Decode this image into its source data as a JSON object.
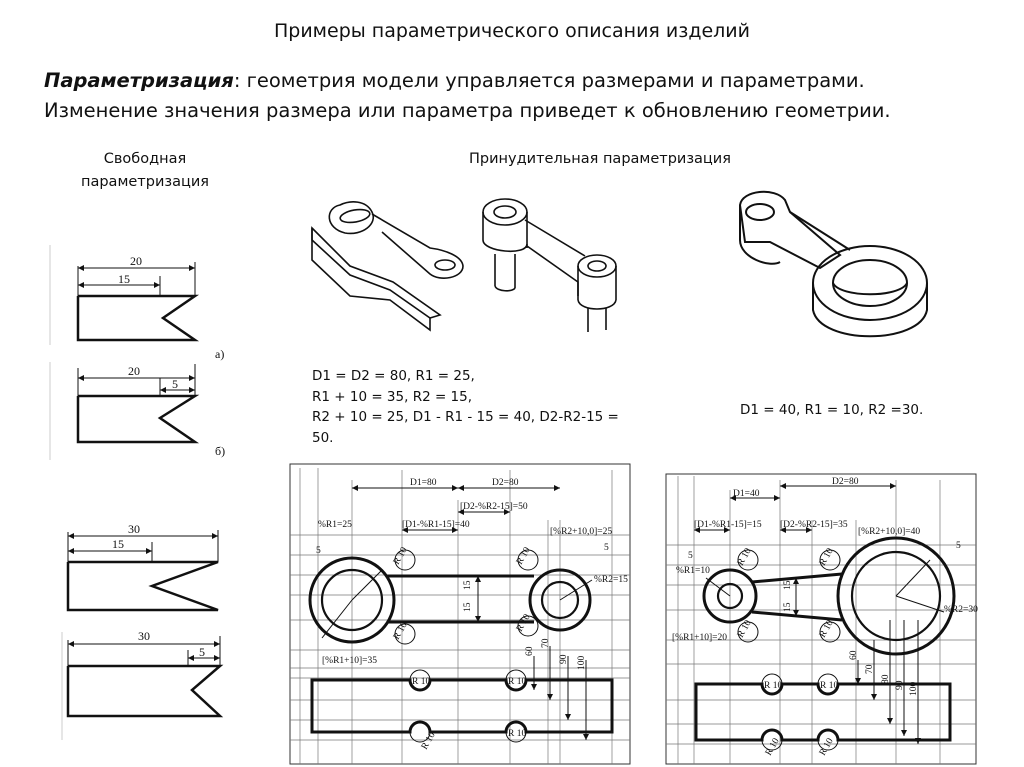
{
  "slide": {
    "title": "Примеры параметрического описания изделий",
    "intro_term": "Параметризация",
    "intro_line1": ": геометрия модели управляется размерами и параметрами.",
    "intro_line2": "Изменение значения размера или параметра приведет к обновлению геометрии."
  },
  "free": {
    "heading_line1": "Свободная",
    "heading_line2": "параметризация",
    "fig_a": {
      "dim_total": "20",
      "dim_part": "15",
      "label": "а)"
    },
    "fig_b": {
      "dim_total": "20",
      "dim_part": "5",
      "label": "б)"
    },
    "fig_c": {
      "dim_total": "30",
      "dim_part": "15"
    },
    "fig_d": {
      "dim_total": "30",
      "dim_part": "5"
    }
  },
  "forced": {
    "heading": "Принудительная параметризация",
    "formula_left": [
      "D1 = D2 = 80, R1 = 25,",
      "R1 + 10 = 35, R2 = 15,",
      "R2 + 10 = 25, D1 - R1 - 15 = 40, D2-R2-15 =",
      "50."
    ],
    "formula_right": "D1 = 40, R1 = 10, R2 =30."
  },
  "drawing_left": {
    "d1": "D1=80",
    "d2": "D2=80",
    "d2_expr": "[D2-%R2-15]=50",
    "d1_expr": "[D1-%R1-15]=40",
    "r1": "%R1=25",
    "r2_expr": "[%R2+10,0]=25",
    "r2": "%R2=15",
    "r1_expr": "[%R1+10]=35",
    "five": "5",
    "fifteen": "15",
    "r10": "R 10",
    "v60": "60",
    "v70": "70",
    "v90": "90",
    "v100": "100"
  },
  "drawing_right": {
    "d1": "D1=40",
    "d2": "D2=80",
    "d1_expr": "[D1-%R1-15]=15",
    "d2_expr": "[D2-%R2-15]=35",
    "r1": "%R1=10",
    "r2_expr": "[%R2+10,0]=40",
    "r2": "%R2=30",
    "r1_expr": "[%R1+10]=20",
    "five": "5",
    "fifteen": "15",
    "r10": "R 10",
    "v60": "60",
    "v70": "70",
    "v80": "80",
    "v90": "90",
    "v100": "100"
  }
}
